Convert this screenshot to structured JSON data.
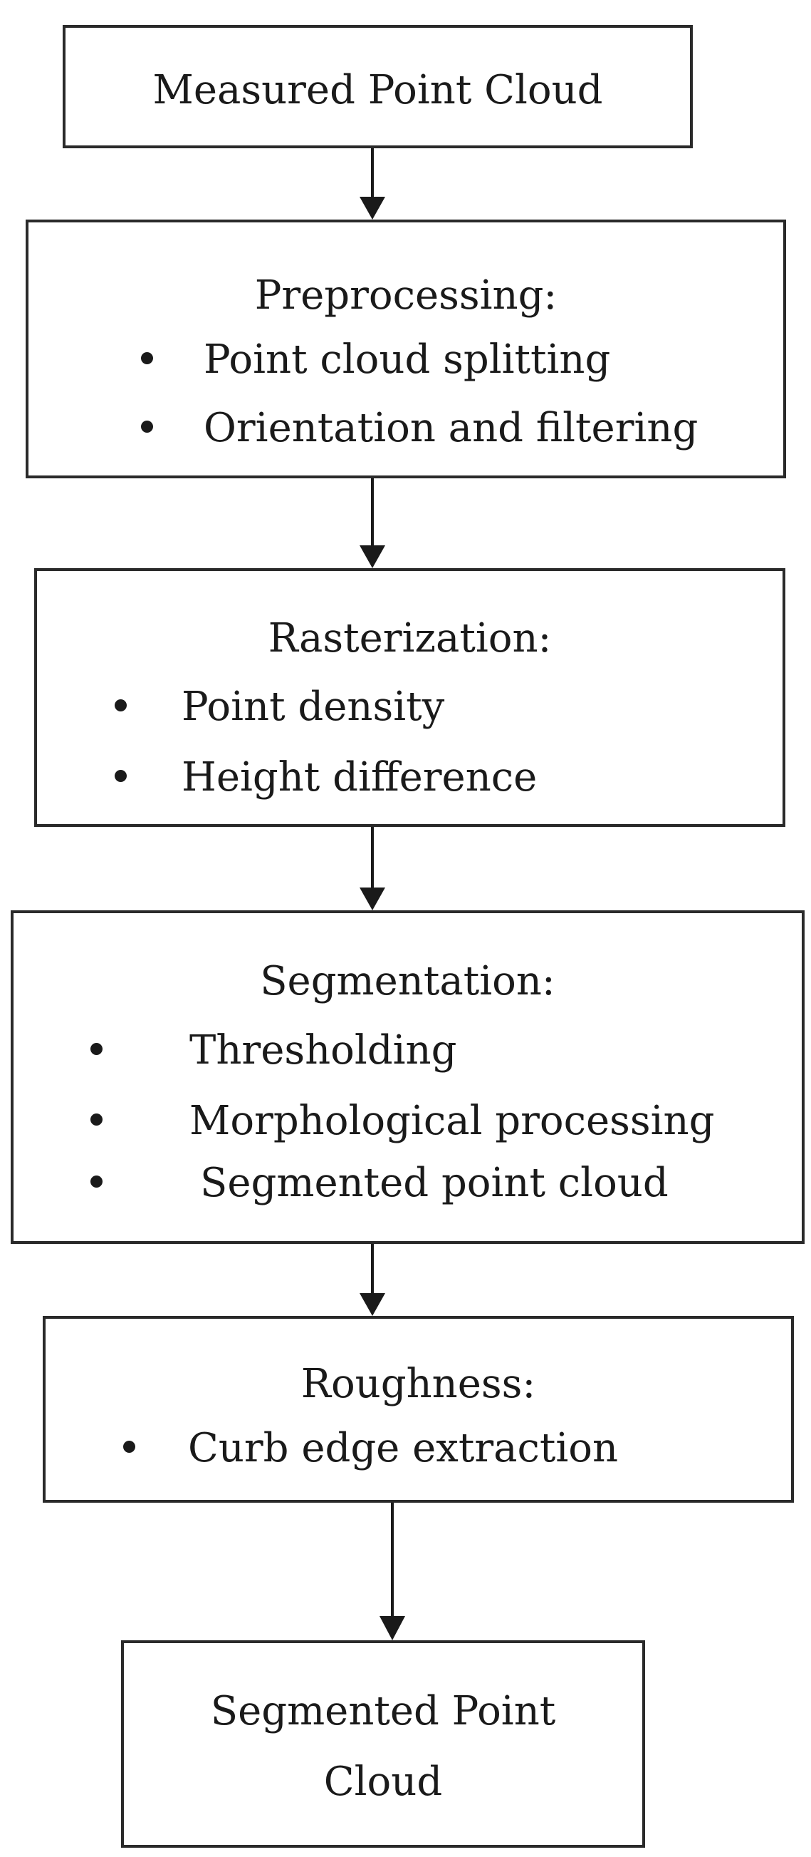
{
  "flowchart": {
    "steps": [
      {
        "title": "Measured Point Cloud",
        "items": []
      },
      {
        "title": "Preprocessing:",
        "items": [
          "Point cloud splitting",
          "Orientation and filtering"
        ]
      },
      {
        "title": "Rasterization:",
        "items": [
          "Point density",
          "Height difference"
        ]
      },
      {
        "title": "Segmentation:",
        "items": [
          "Thresholding",
          "Morphological processing",
          "Segmented point cloud"
        ]
      },
      {
        "title": "Roughness:",
        "items": [
          "Curb edge extraction"
        ]
      },
      {
        "title_lines": [
          "Segmented Point",
          "Cloud"
        ],
        "items": []
      }
    ]
  }
}
